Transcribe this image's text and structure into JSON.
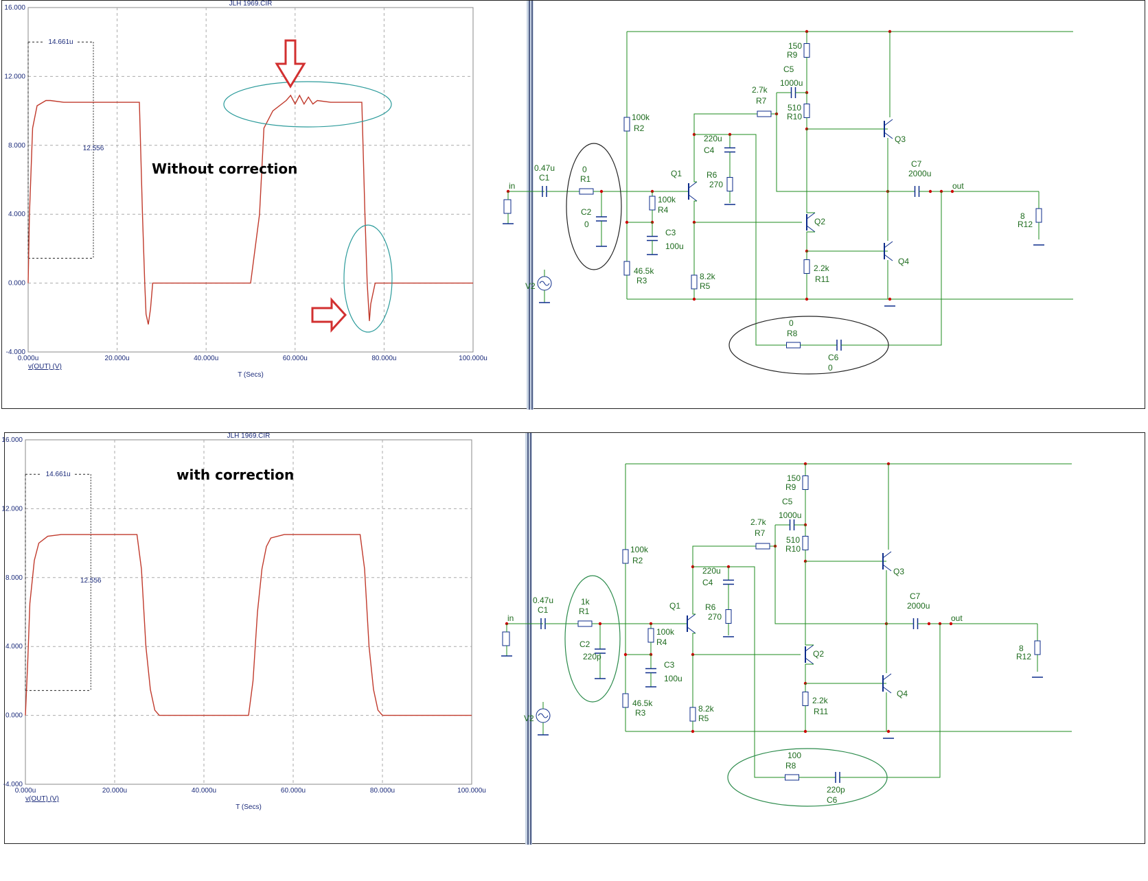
{
  "chart_data": [
    {
      "type": "line",
      "title": "JLH 1969.CIR",
      "annotation": "Without correction",
      "xlabel": "T (Secs)",
      "series": [
        {
          "name": "v(OUT) (V)",
          "color": "#c0392b",
          "x": [
            0,
            0.3,
            1,
            2,
            4,
            5,
            8,
            15,
            20,
            25,
            25.7,
            26.2,
            26.5,
            27,
            27.5,
            28,
            30,
            40,
            50,
            52,
            53,
            55,
            58,
            59,
            60,
            61,
            62,
            63,
            64,
            65,
            68,
            70,
            72,
            74,
            75,
            75.7,
            76.2,
            76.7,
            77,
            78,
            80,
            90,
            100
          ],
          "y": [
            0,
            4,
            9,
            10.3,
            10.6,
            10.6,
            10.5,
            10.5,
            10.5,
            10.5,
            4,
            0,
            -1.8,
            -2.4,
            -1.5,
            0,
            0,
            0,
            0,
            4,
            9,
            10,
            10.6,
            10.9,
            10.4,
            10.9,
            10.4,
            10.8,
            10.4,
            10.6,
            10.5,
            10.5,
            10.5,
            10.5,
            10.5,
            4,
            0,
            -2.2,
            -1.2,
            0,
            0,
            0,
            0
          ]
        }
      ],
      "measurements": {
        "width_label": "14.661u",
        "height_label": "12.556"
      },
      "x_ticks": [
        "0.000u",
        "20.000u",
        "40.000u",
        "60.000u",
        "80.000u",
        "100.000u"
      ],
      "y_ticks": [
        "16.000",
        "12.000",
        "8.000",
        "4.000",
        "0.000",
        "-4.000"
      ],
      "xlim": [
        0,
        100
      ],
      "ylim": [
        -4,
        16
      ],
      "grid": true
    },
    {
      "type": "line",
      "title": "JLH 1969.CIR",
      "annotation": "with correction",
      "xlabel": "T (Secs)",
      "series": [
        {
          "name": "v(OUT) (V)",
          "color": "#c0392b",
          "x": [
            0,
            0.5,
            1,
            2,
            3,
            5,
            8,
            15,
            20,
            25,
            26,
            27,
            28,
            29,
            30,
            35,
            40,
            50,
            51,
            52,
            53,
            54,
            55,
            58,
            70,
            75,
            76,
            77,
            78,
            79,
            80,
            85,
            90,
            100
          ],
          "y": [
            0,
            3,
            6.5,
            9,
            10,
            10.4,
            10.5,
            10.5,
            10.5,
            10.5,
            8.5,
            4,
            1.5,
            0.3,
            0,
            0,
            0,
            0,
            2,
            6,
            8.5,
            9.8,
            10.3,
            10.5,
            10.5,
            10.5,
            8.5,
            4,
            1.5,
            0.3,
            0,
            0,
            0,
            0
          ]
        }
      ],
      "measurements": {
        "width_label": "14.661u",
        "height_label": "12.556"
      },
      "x_ticks": [
        "0.000u",
        "20.000u",
        "40.000u",
        "60.000u",
        "80.000u",
        "100.000u"
      ],
      "y_ticks": [
        "16.000",
        "12.000",
        "8.000",
        "4.000",
        "0.000",
        "-4.000"
      ],
      "xlim": [
        0,
        100
      ],
      "ylim": [
        -4,
        16
      ],
      "grid": true
    }
  ],
  "schematics": [
    {
      "components": {
        "c1": [
          "0.47u",
          "C1"
        ],
        "r1": [
          "0",
          "R1"
        ],
        "c2": [
          "C2",
          "0"
        ],
        "r2": [
          "100k",
          "R2"
        ],
        "r4": [
          "100k",
          "R4"
        ],
        "r3": [
          "46.5k",
          "R3"
        ],
        "c3": [
          "C3",
          "100u"
        ],
        "q1": "Q1",
        "r5": [
          "8.2k",
          "R5"
        ],
        "c4": [
          "220u",
          "C4"
        ],
        "r6": [
          "R6",
          "270"
        ],
        "r7": [
          "2.7k",
          "R7"
        ],
        "r9": [
          "150",
          "R9"
        ],
        "c5": [
          "C5",
          "1000u"
        ],
        "r10": [
          "510",
          "R10"
        ],
        "q2": "Q2",
        "q3": "Q3",
        "q4": "Q4",
        "r11": [
          "2.2k",
          "R11"
        ],
        "c7": [
          "C7",
          "2000u"
        ],
        "out": "out",
        "in": "in",
        "r12": [
          "8",
          "R12"
        ],
        "v2": "V2",
        "r8": [
          "0",
          "R8"
        ],
        "c6": [
          "C6",
          "0"
        ]
      }
    },
    {
      "components": {
        "c1": [
          "0.47u",
          "C1"
        ],
        "r1": [
          "1k",
          "R1"
        ],
        "c2": [
          "C2",
          "220p"
        ],
        "r2": [
          "100k",
          "R2"
        ],
        "r4": [
          "100k",
          "R4"
        ],
        "r3": [
          "46.5k",
          "R3"
        ],
        "c3": [
          "C3",
          "100u"
        ],
        "q1": "Q1",
        "r5": [
          "8.2k",
          "R5"
        ],
        "c4": [
          "220u",
          "C4"
        ],
        "r6": [
          "R6",
          "270"
        ],
        "r7": [
          "2.7k",
          "R7"
        ],
        "r9": [
          "150",
          "R9"
        ],
        "c5": [
          "C5",
          "1000u"
        ],
        "r10": [
          "510",
          "R10"
        ],
        "q2": "Q2",
        "q3": "Q3",
        "q4": "Q4",
        "r11": [
          "2.2k",
          "R11"
        ],
        "c7": [
          "C7",
          "2000u"
        ],
        "out": "out",
        "in": "in",
        "r12": [
          "8",
          "R12"
        ],
        "v2": "V2",
        "r8": [
          "100",
          "R8"
        ],
        "c6": [
          "220p",
          "C6"
        ]
      }
    }
  ],
  "colors": {
    "trace": "#c0392b",
    "wire": "#1d8b1d",
    "node": "#cc0000",
    "text_axis": "#1a2a7a",
    "ellipse_teal": "#2a9a9a",
    "ellipse_green": "#2a8a4a",
    "arrow": "#d23030"
  }
}
